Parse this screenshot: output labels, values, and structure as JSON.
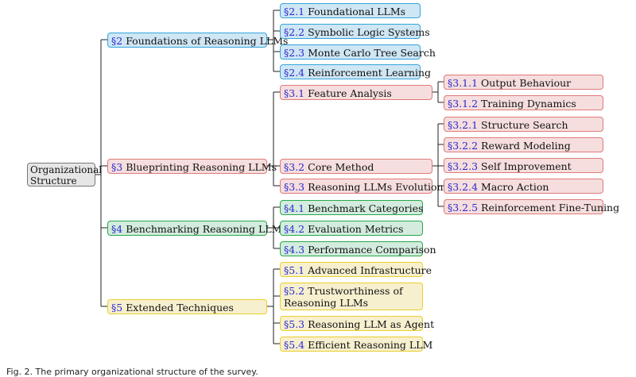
{
  "root": "Organizational Structure",
  "level1": [
    {
      "num": "§2",
      "label": "Foundations of Reasoning LLMs",
      "color": "blue"
    },
    {
      "num": "§3",
      "label": "Blueprinting Reasoning LLMs",
      "color": "red"
    },
    {
      "num": "§4",
      "label": "Benchmarking Reasoning LLMs",
      "color": "green"
    },
    {
      "num": "§5",
      "label": "Extended Techniques",
      "color": "yellow"
    }
  ],
  "level2": [
    {
      "num": "§2.1",
      "label": "Foundational LLMs"
    },
    {
      "num": "§2.2",
      "label": "Symbolic Logic Systems"
    },
    {
      "num": "§2.3",
      "label": "Monte Carlo Tree Search"
    },
    {
      "num": "§2.4",
      "label": "Reinforcement Learning"
    },
    {
      "num": "§3.1",
      "label": "Feature Analysis"
    },
    {
      "num": "§3.2",
      "label": "Core Method"
    },
    {
      "num": "§3.3",
      "label": "Reasoning LLMs Evolution"
    },
    {
      "num": "§4.1",
      "label": "Benchmark Categories"
    },
    {
      "num": "§4.2",
      "label": "Evaluation Metrics"
    },
    {
      "num": "§4.3",
      "label": "Performance Comparison"
    },
    {
      "num": "§5.1",
      "label": "Advanced Infrastructure"
    },
    {
      "num": "§5.2",
      "label": "Trustworthiness of Reasoning LLMs"
    },
    {
      "num": "§5.3",
      "label": "Reasoning LLM as Agent"
    },
    {
      "num": "§5.4",
      "label": "Efficient Reasoning LLM"
    }
  ],
  "level3": [
    {
      "num": "§3.1.1",
      "label": "Output Behaviour"
    },
    {
      "num": "§3.1.2",
      "label": "Training Dynamics"
    },
    {
      "num": "§3.2.1",
      "label": "Structure Search"
    },
    {
      "num": "§3.2.2",
      "label": "Reward Modeling"
    },
    {
      "num": "§3.2.3",
      "label": "Self Improvement"
    },
    {
      "num": "§3.2.4",
      "label": "Macro Action"
    },
    {
      "num": "§3.2.5",
      "label": "Reinforcement Fine-Tuning"
    }
  ],
  "caption": "Fig. 2. The primary organizational structure of the survey."
}
